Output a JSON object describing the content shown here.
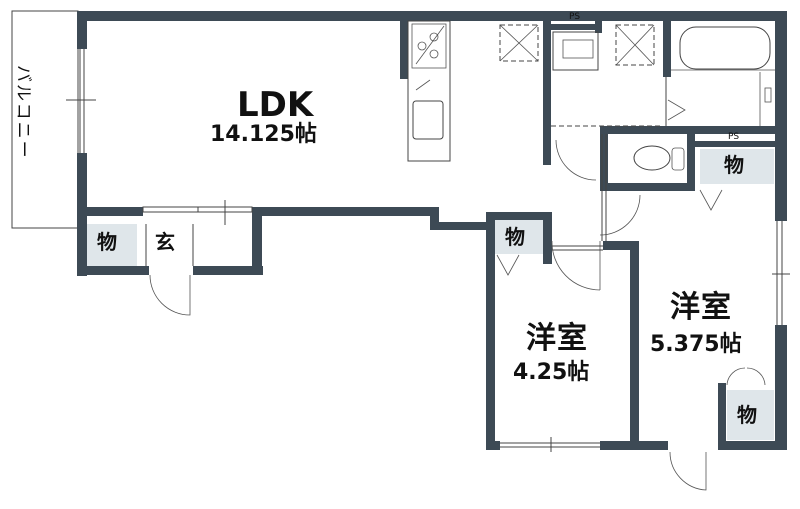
{
  "plan": {
    "wall_color": "#3d4a55",
    "storage_fill": "#dfe6ea",
    "rooms": {
      "ldk": {
        "name": "LDK",
        "area": "14.125帖"
      },
      "western_room_1": {
        "name": "洋室",
        "area": "4.25帖"
      },
      "western_room_2": {
        "name": "洋室",
        "area": "5.375帖"
      },
      "entrance": {
        "name": "玄"
      },
      "balcony": {
        "name": "バルコニー"
      }
    },
    "storage": [
      {
        "label": "物"
      },
      {
        "label": "物"
      },
      {
        "label": "物"
      },
      {
        "label": "物"
      }
    ],
    "pipe_shafts": [
      {
        "label": "PS"
      },
      {
        "label": "PS"
      }
    ]
  }
}
